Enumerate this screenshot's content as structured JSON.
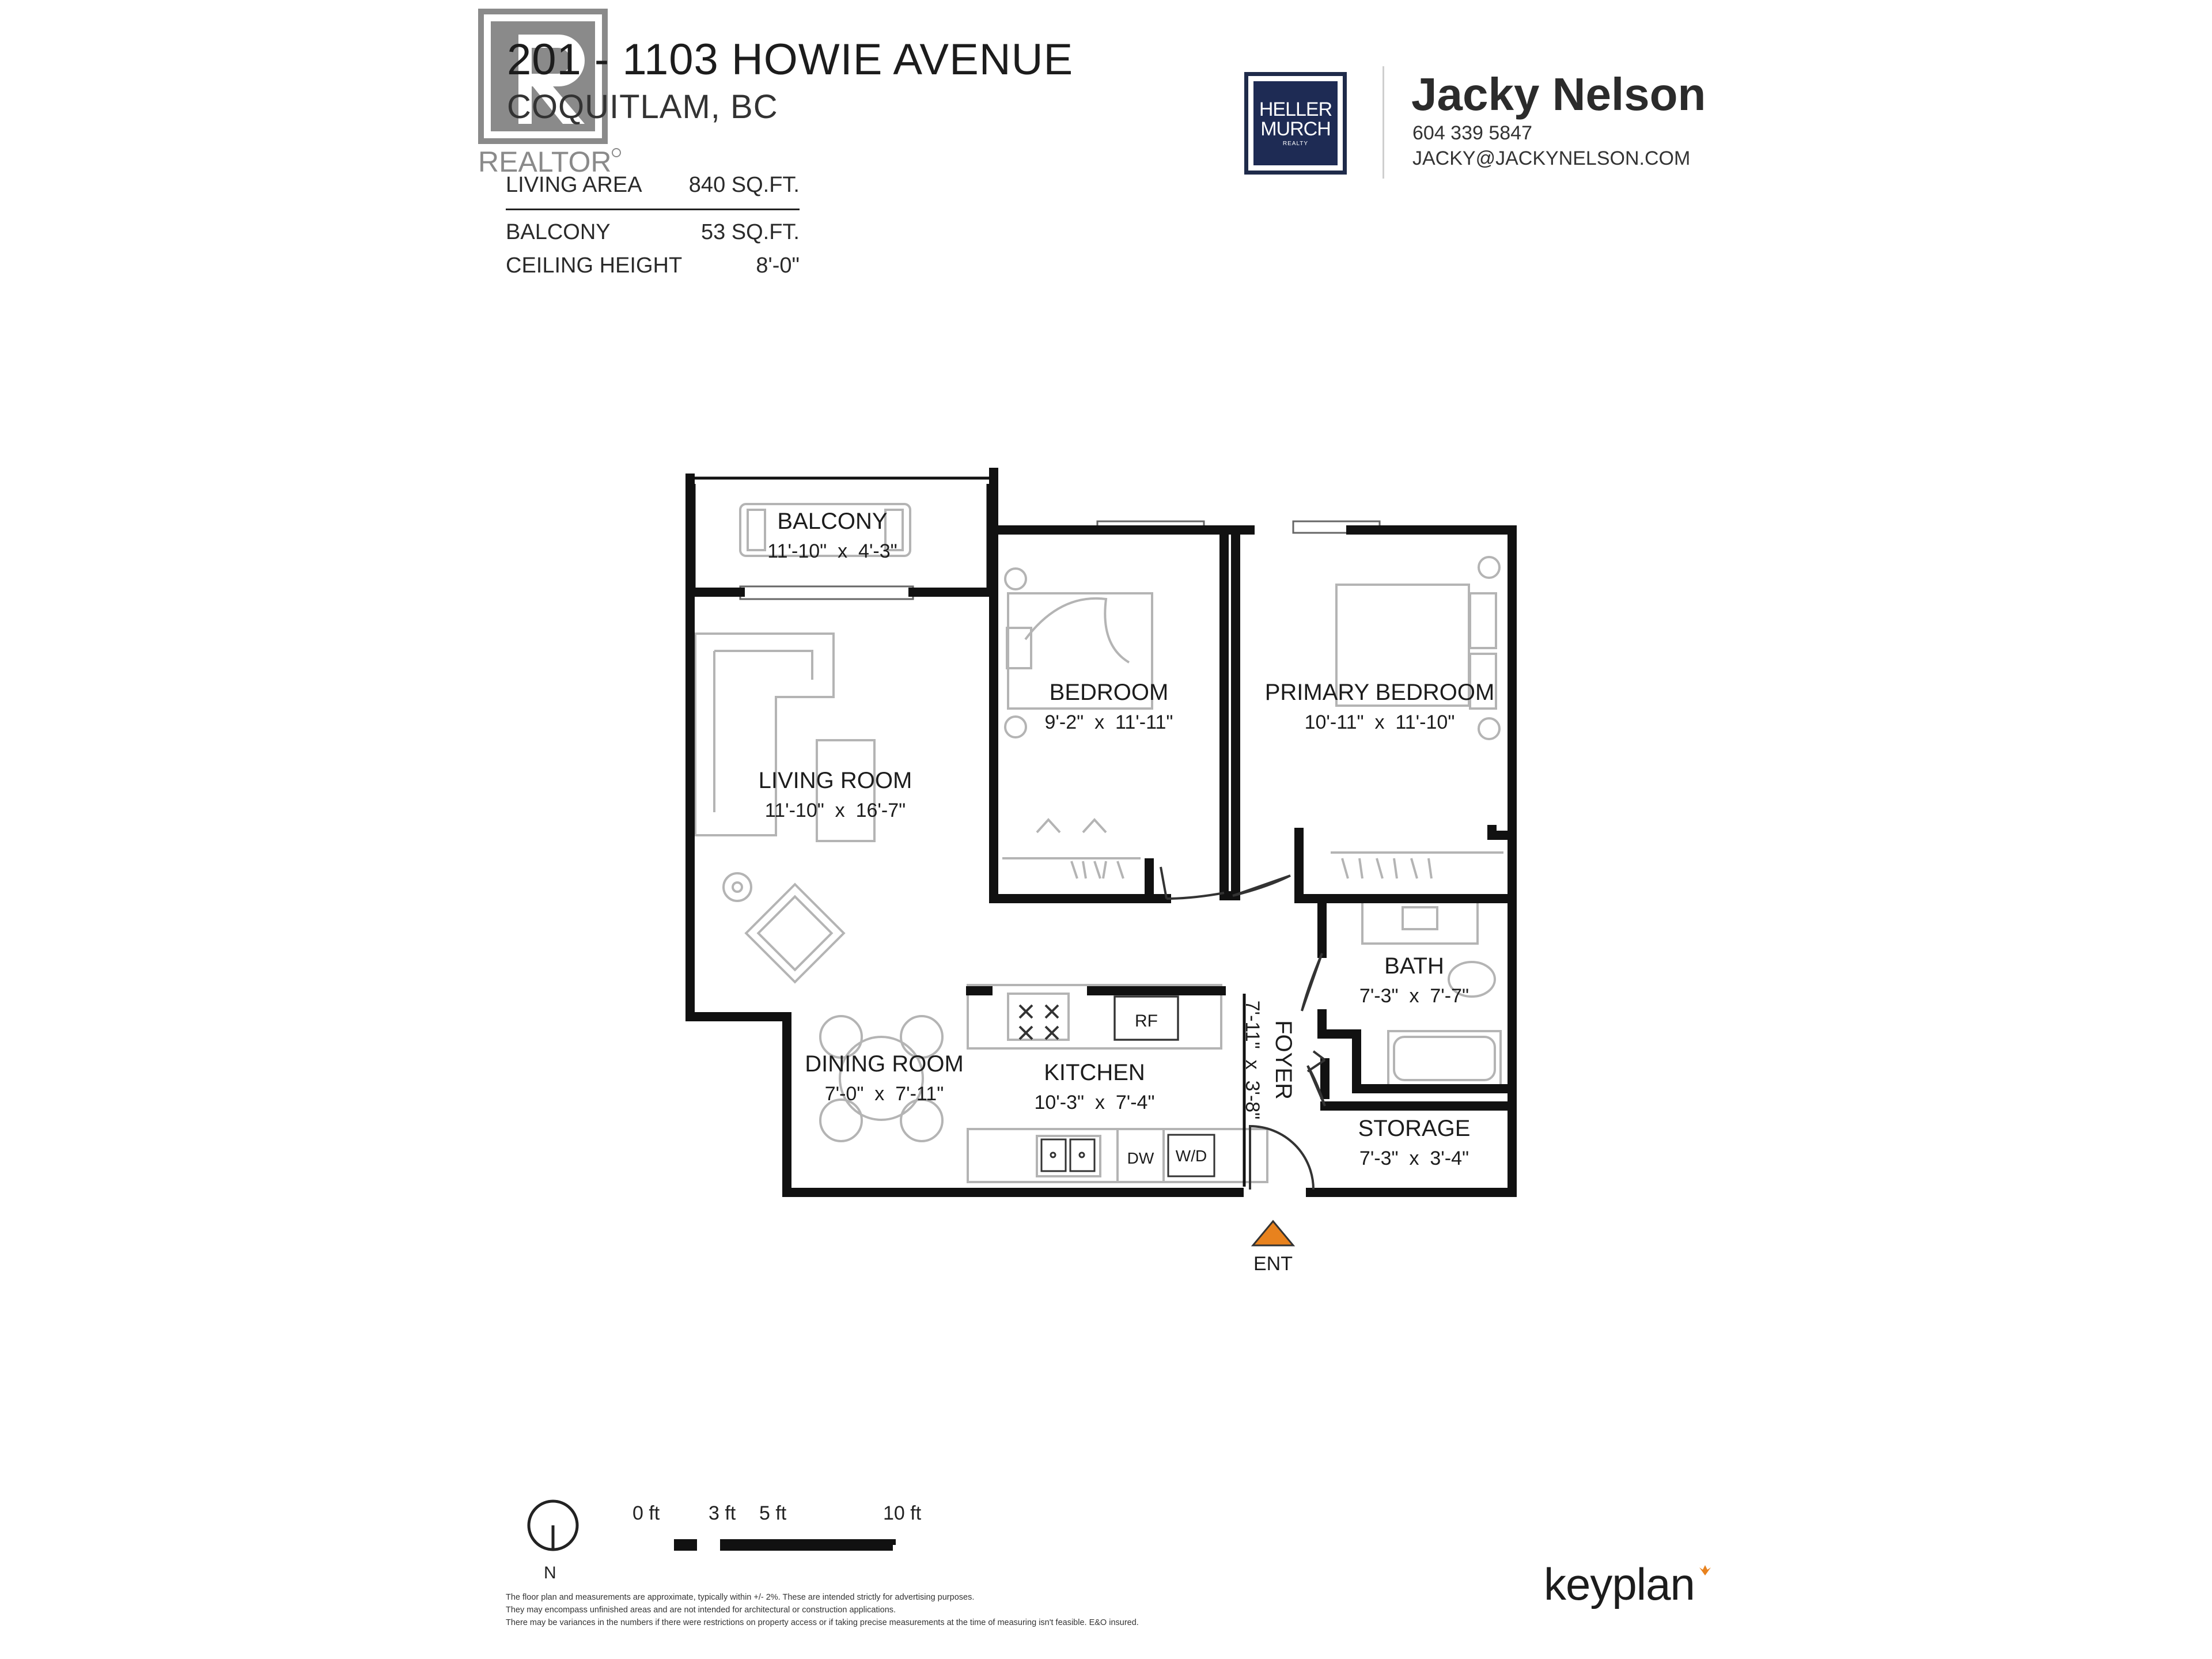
{
  "header": {
    "address": "201 - 1103 HOWIE AVENUE",
    "city": "COQUITLAM, BC",
    "realtor_logo_text": "REALTOR",
    "specs": [
      {
        "label": "LIVING AREA",
        "value": "840 SQ.FT."
      },
      {
        "label": "BALCONY",
        "value": "53 SQ.FT."
      },
      {
        "label": "CEILING HEIGHT",
        "value": "8'-0\""
      }
    ]
  },
  "agent": {
    "brokerage_logo": {
      "line1": "HELLER",
      "line2": "MURCH",
      "line3": "REALTY"
    },
    "name": "Jacky Nelson",
    "phone": "604 339 5847",
    "email": "JACKY@JACKYNELSON.COM"
  },
  "rooms": [
    {
      "name": "BALCONY",
      "dims": "11'-10\"  x  4'-3\""
    },
    {
      "name": "BEDROOM",
      "dims": "9'-2\"  x  11'-11\""
    },
    {
      "name": "PRIMARY BEDROOM",
      "dims": "10'-11\"  x  11'-10\""
    },
    {
      "name": "LIVING ROOM",
      "dims": "11'-10\"  x  16'-7\""
    },
    {
      "name": "BATH",
      "dims": "7'-3\"  x  7'-7\""
    },
    {
      "name": "FOYER",
      "dims": "7'-11\"  x  3'-8\""
    },
    {
      "name": "DINING ROOM",
      "dims": "7'-0\"  x  7'-11\""
    },
    {
      "name": "KITCHEN",
      "dims": "10'-3\"  x  7'-4\""
    },
    {
      "name": "STORAGE",
      "dims": "7'-3\"  x  3'-4\""
    }
  ],
  "appliances": {
    "fridge": "RF",
    "dishwasher": "DW",
    "washer_dryer": "W/D"
  },
  "entrance_label": "ENT",
  "footer": {
    "north_label": "N",
    "scale_labels": [
      "0 ft",
      "3 ft",
      "5 ft",
      "10 ft"
    ],
    "disclaimer": [
      "The floor plan and measurements are approximate, typically within +/- 2%. These are intended strictly for advertising purposes.",
      "They may encompass unfinished areas and are not intended for architectural or construction applications.",
      "There may be variances in the numbers if there were restrictions on property access or if taking precise measurements at the time of measuring isn't feasible. E&O insured."
    ],
    "brand": "keyplan"
  },
  "colors": {
    "wall": "#111111",
    "entrance": "#e8821e",
    "brokerage_navy": "#1e2b54"
  }
}
